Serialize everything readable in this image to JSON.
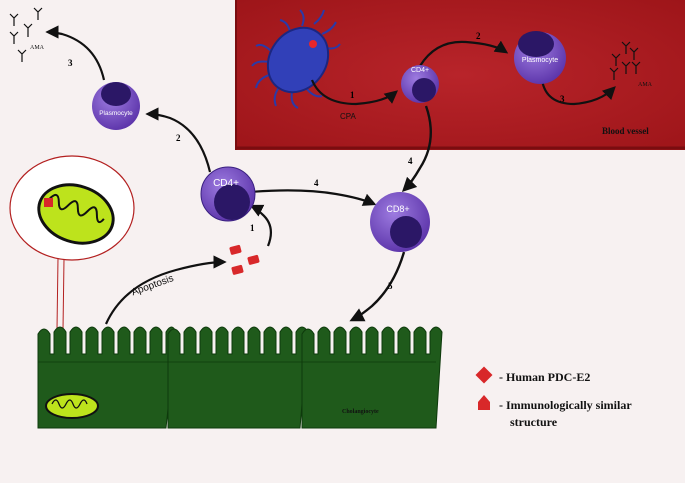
{
  "vessel": {
    "label": "Blood vessel",
    "color": "#b1191e"
  },
  "bacterium": {
    "label": "CPA"
  },
  "cells": {
    "cd4_vessel": "CD4+",
    "plasmocyte_vessel": "Plasmocyte",
    "plasmocyte_tissue": "Plasmocyte",
    "cd4_tissue": "CD4+",
    "cd8": "CD8+"
  },
  "antibodies": {
    "tissue_label": "AMA",
    "vessel_label": "AMA"
  },
  "steps": {
    "vessel_1": "1",
    "vessel_2": "2",
    "vessel_3": "3",
    "tissue_1": "1",
    "tissue_2": "2",
    "tissue_3": "3",
    "to_cd8_4": "4",
    "vessel_to_cd8_4": "4",
    "cd8_5": "5"
  },
  "apoptosis_label": "Apoptosis",
  "epithelium": {
    "label": "Cholangiocyte",
    "color": "#1f5a1b"
  },
  "legend": {
    "pdc_e2": "- Human PDC-E2",
    "similar_line1": "- Immunologically similar",
    "similar_line2": "structure"
  },
  "colors": {
    "cell_outer": "#7a4fbf",
    "cell_inner": "#2b1766",
    "antigen_red": "#d8282a",
    "mito_green": "#bde31c"
  }
}
